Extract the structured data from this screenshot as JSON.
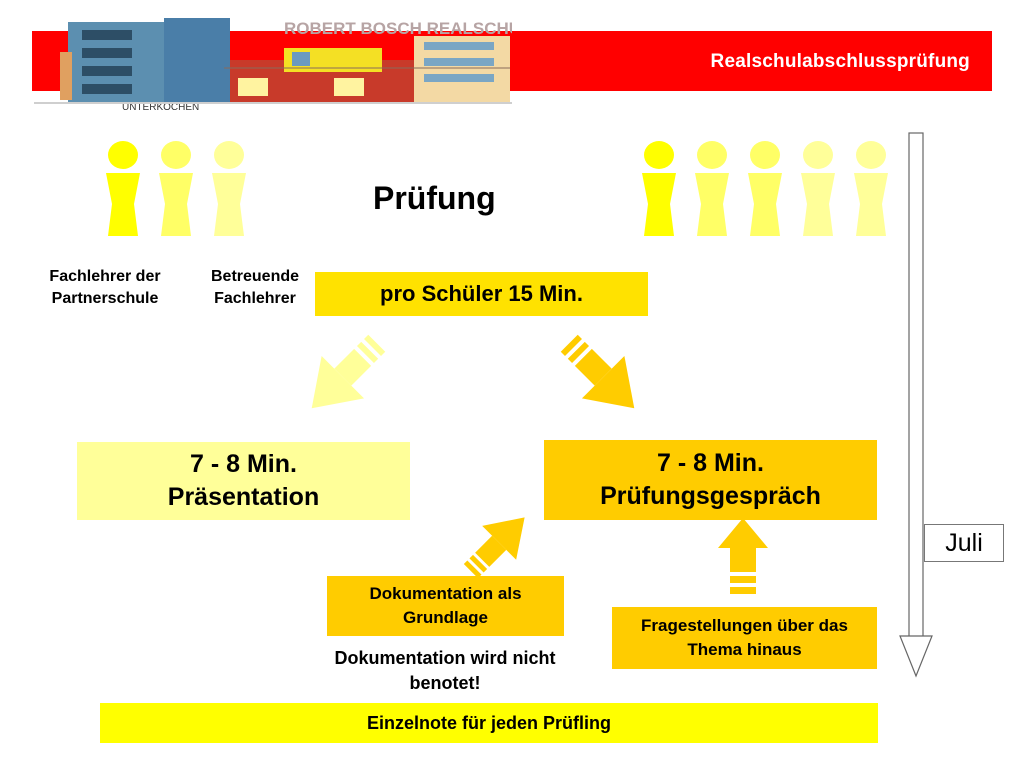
{
  "header": {
    "title": "Realschulabschlussprüfung",
    "school_name": "ROBERT BOSCH REALSCHULE",
    "town_name": "UNTERKOCHEN",
    "bar_color": "#ff0000"
  },
  "diagram": {
    "title": "Prüfung",
    "teacher_labels": {
      "partner": "Fachlehrer der Partnerschule",
      "supervising": "Betreuende Fachlehrer"
    },
    "per_student": "pro Schüler 15 Min.",
    "presentation": {
      "time": "7 - 8 Min.",
      "label": "Präsentation"
    },
    "exam_talk": {
      "time": "7 - 8 Min.",
      "label": "Prüfungsgespräch"
    },
    "documentation_basis": "Dokumentation als Grundlage",
    "questions_beyond": "Fragestellungen über das Thema hinaus",
    "documentation_note": "Dokumentation wird nicht benotet!",
    "final_grade": "Einzelnote für jeden Prüfling",
    "timeline_label": "Juli"
  },
  "colors": {
    "light_yellow": "#ffff99",
    "yellow": "#ffff00",
    "gold": "#ffcc00",
    "bright_gold": "#ffe200"
  },
  "icons": [
    "person-icon",
    "arrow-icon",
    "timeline-arrow-icon",
    "school-building-logo"
  ]
}
